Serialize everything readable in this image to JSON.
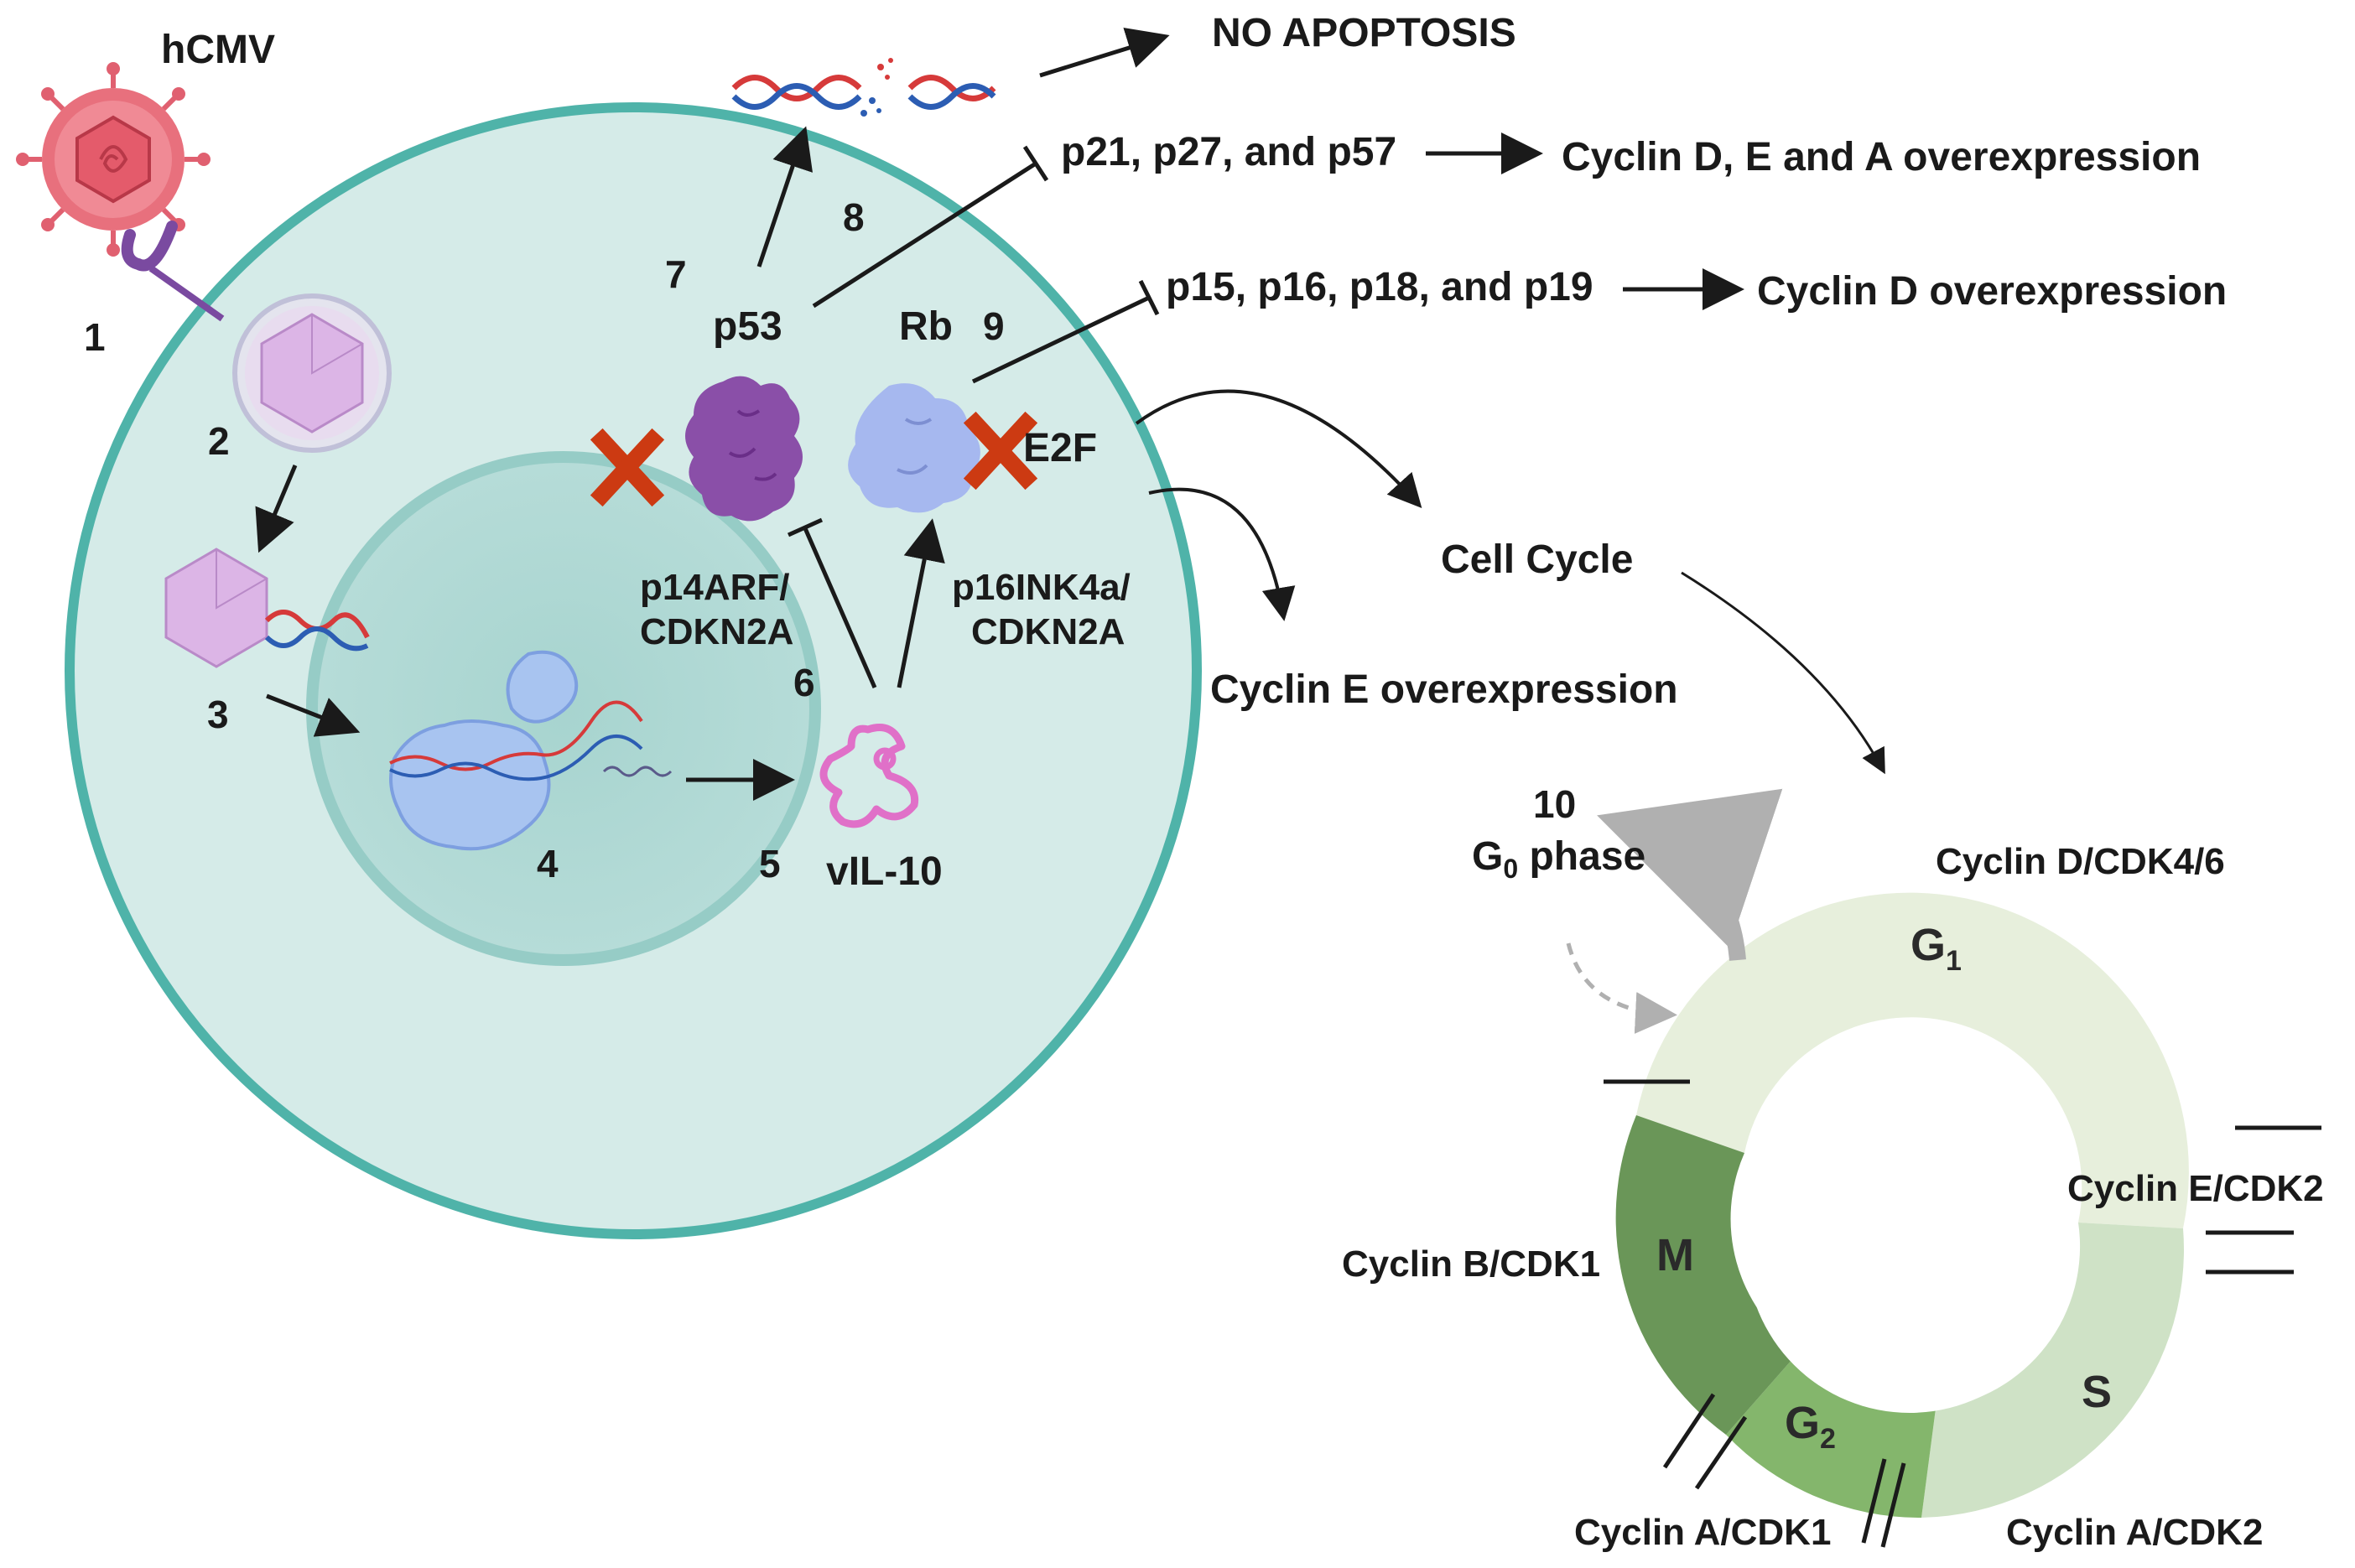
{
  "title": "hCMV",
  "steps": [
    "1",
    "2",
    "3",
    "4",
    "5",
    "6",
    "7",
    "8",
    "9",
    "10"
  ],
  "proteins": {
    "p53": "p53",
    "rb": "Rb",
    "e2f": "E2F",
    "vil10": "vIL-10",
    "p14arf_line1": "p14ARF/",
    "p14arf_line2": "CDKN2A",
    "p16ink4a_line1": "p16INK4a/",
    "p16ink4a_line2": "CDKN2A"
  },
  "outcomes": {
    "no_apoptosis": "NO APOPTOSIS",
    "p21_group": "p21, p27, and p57",
    "cyclin_dea": "Cyclin D, E and A overexpression",
    "p15_group": "p15, p16, p18, and p19",
    "cyclin_d": "Cyclin D overexpression",
    "cell_cycle": "Cell Cycle",
    "cyclin_e": "Cyclin E overexpression"
  },
  "cycle": {
    "g0_prefix": "G",
    "g0_sub": "0",
    "g0_suffix": " phase",
    "g1": "G",
    "g1_sub": "1",
    "s": "S",
    "g2": "G",
    "g2_sub": "2",
    "m": "M",
    "cyclin_d_cdk46": "Cyclin D/CDK4/6",
    "cyclin_e_cdk2": "Cyclin E/CDK2",
    "cyclin_b_cdk1": "Cyclin B/CDK1",
    "cyclin_a_cdk1": "Cyclin A/CDK1",
    "cyclin_a_cdk2": "Cyclin A/CDK2"
  },
  "colors": {
    "cell_fill": "#d5ebe8",
    "cell_border": "#4fb3a9",
    "nucleus_fill": "#b2dad6",
    "nucleus_border": "#96ccc6",
    "virus": "#e06070",
    "capsid": "#d9b6e8",
    "p53": "#8a4fa8",
    "rb": "#a6b8ef",
    "cross": "#cc3a12",
    "g1": "#e7efdc",
    "s": "#cfe2c6",
    "g2": "#84b66c",
    "m": "#6a9658"
  }
}
